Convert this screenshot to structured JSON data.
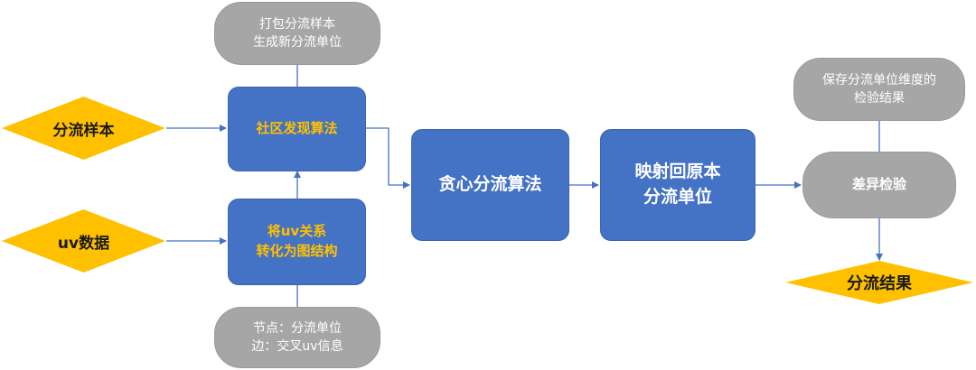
{
  "nodes": {
    "sample_pack": "打包分流样本\n生成新分流单位",
    "community": "社区发现算法",
    "uv_convert": "将uv关系\n转化为图结构",
    "node_edge": "节点：分流单位\n边：交叉uv信息",
    "greedy": "贪心分流算法",
    "map_back": "映射回原本\n分流单位",
    "save_result": "保存分流单位维度的\n检验结果",
    "diff_test": "差异检验",
    "split_sample": "分流样本",
    "uv_data": "uv数据",
    "split_result": "分流结果"
  },
  "colors": {
    "process_fill": "#4472c4",
    "process_text_accent": "#ffc000",
    "note_fill": "#a6a6a6",
    "diamond_fill": "#ffc000",
    "connector": "#4472c4"
  }
}
